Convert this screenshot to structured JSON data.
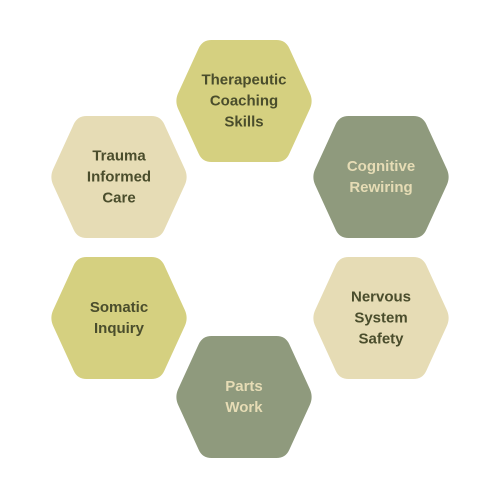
{
  "diagram": {
    "background": "#ffffff",
    "colors": {
      "olive": "#d5d080",
      "sage": "#8f9a7d",
      "cream": "#e6dcb5",
      "dark_text": "#4a4d2c",
      "light_text": "#e6dcb5"
    },
    "items": [
      {
        "id": "therapeutic",
        "lines": [
          "Therapeutic",
          "Coaching",
          "Skills"
        ],
        "fill": "#d5d080",
        "text": "#4a4d2c"
      },
      {
        "id": "cognitive",
        "lines": [
          "Cognitive",
          "Rewiring"
        ],
        "fill": "#8f9a7d",
        "text": "#e6dcb5"
      },
      {
        "id": "nervous",
        "lines": [
          "Nervous",
          "System",
          "Safety"
        ],
        "fill": "#e6dcb5",
        "text": "#4a4d2c"
      },
      {
        "id": "parts",
        "lines": [
          "Parts",
          "Work"
        ],
        "fill": "#8f9a7d",
        "text": "#e6dcb5"
      },
      {
        "id": "somatic",
        "lines": [
          "Somatic",
          "Inquiry"
        ],
        "fill": "#d5d080",
        "text": "#4a4d2c"
      },
      {
        "id": "trauma",
        "lines": [
          "Trauma",
          "Informed",
          "Care"
        ],
        "fill": "#e6dcb5",
        "text": "#4a4d2c"
      }
    ]
  }
}
